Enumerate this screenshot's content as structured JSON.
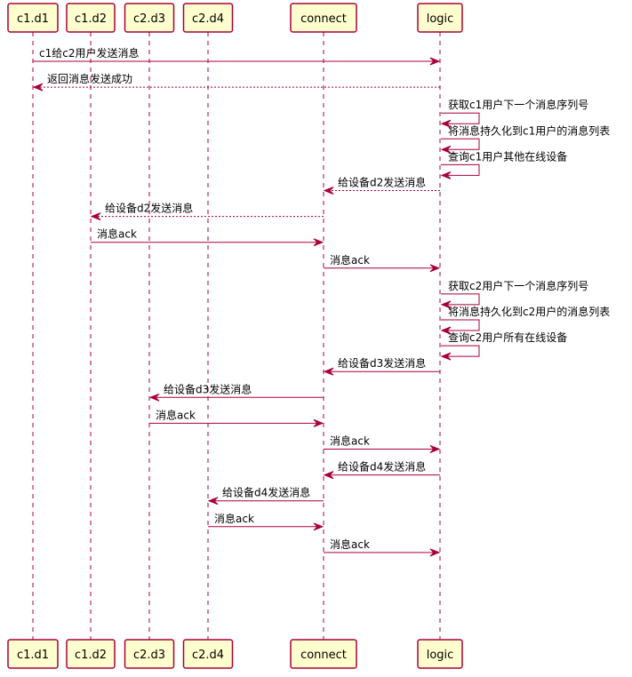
{
  "colors": {
    "box_fill": "#FEFECE",
    "line": "#A80036",
    "text": "#000000"
  },
  "participants": [
    {
      "id": "c1d1",
      "label": "c1.d1"
    },
    {
      "id": "c1d2",
      "label": "c1.d2"
    },
    {
      "id": "c2d3",
      "label": "c2.d3"
    },
    {
      "id": "c2d4",
      "label": "c2.d4"
    },
    {
      "id": "connect",
      "label": "connect"
    },
    {
      "id": "logic",
      "label": "logic"
    }
  ],
  "messages": [
    {
      "from": "c1d1",
      "to": "logic",
      "label": "c1给c2用户发送消息",
      "style": "solid"
    },
    {
      "from": "logic",
      "to": "c1d1",
      "label": "返回消息发送成功",
      "style": "dashed"
    },
    {
      "from": "logic",
      "to": "logic",
      "label": "获取c1用户下一个消息序列号",
      "style": "solid"
    },
    {
      "from": "logic",
      "to": "logic",
      "label": "将消息持久化到c1用户的消息列表",
      "style": "solid"
    },
    {
      "from": "logic",
      "to": "logic",
      "label": "查询c1用户其他在线设备",
      "style": "solid"
    },
    {
      "from": "logic",
      "to": "connect",
      "label": "给设备d2发送消息",
      "style": "dashed"
    },
    {
      "from": "connect",
      "to": "c1d2",
      "label": "给设备d2发送消息",
      "style": "dashed"
    },
    {
      "from": "c1d2",
      "to": "connect",
      "label": "消息ack",
      "style": "solid"
    },
    {
      "from": "connect",
      "to": "logic",
      "label": "消息ack",
      "style": "solid"
    },
    {
      "from": "logic",
      "to": "logic",
      "label": "获取c2用户下一个消息序列号",
      "style": "solid"
    },
    {
      "from": "logic",
      "to": "logic",
      "label": "将消息持久化到c2用户的消息列表",
      "style": "solid"
    },
    {
      "from": "logic",
      "to": "logic",
      "label": "查询c2用户所有在线设备",
      "style": "solid"
    },
    {
      "from": "logic",
      "to": "connect",
      "label": "给设备d3发送消息",
      "style": "solid"
    },
    {
      "from": "connect",
      "to": "c2d3",
      "label": "给设备d3发送消息",
      "style": "solid"
    },
    {
      "from": "c2d3",
      "to": "connect",
      "label": "消息ack",
      "style": "solid"
    },
    {
      "from": "connect",
      "to": "logic",
      "label": "消息ack",
      "style": "solid"
    },
    {
      "from": "logic",
      "to": "connect",
      "label": "给设备d4发送消息",
      "style": "solid"
    },
    {
      "from": "connect",
      "to": "c2d4",
      "label": "给设备d4发送消息",
      "style": "solid"
    },
    {
      "from": "c2d4",
      "to": "connect",
      "label": "消息ack",
      "style": "solid"
    },
    {
      "from": "connect",
      "to": "logic",
      "label": "消息ack",
      "style": "solid"
    }
  ]
}
